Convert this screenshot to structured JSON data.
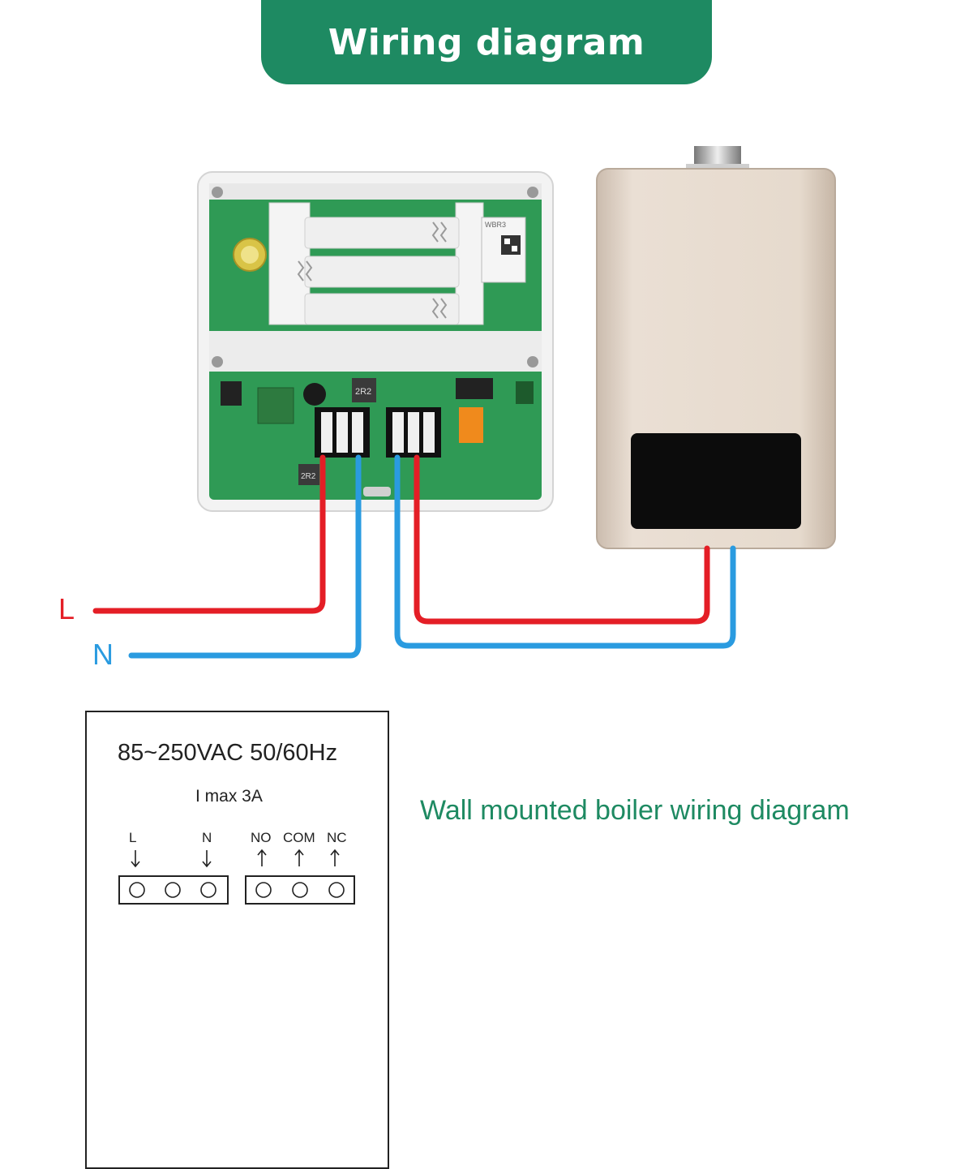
{
  "header": {
    "title": "Wiring diagram"
  },
  "wires": {
    "live_label": "L",
    "neutral_label": "N"
  },
  "colors": {
    "accent": "#1e8a62",
    "live": "#e41e26",
    "neutral": "#2a9be0",
    "pcb": "#2f9a55",
    "boiler": "#e4d6c8"
  },
  "devices": {
    "thermostat": {
      "module_label": "WBR3",
      "inductor_label": "2R2"
    },
    "boiler": {}
  },
  "spec": {
    "power": "85~250VAC 50/60Hz",
    "current": "I max 3A",
    "terminals_left": [
      "L",
      "N"
    ],
    "terminals_right": [
      "NO",
      "COM",
      "NC"
    ]
  },
  "caption": "Wall mounted boiler wiring diagram"
}
